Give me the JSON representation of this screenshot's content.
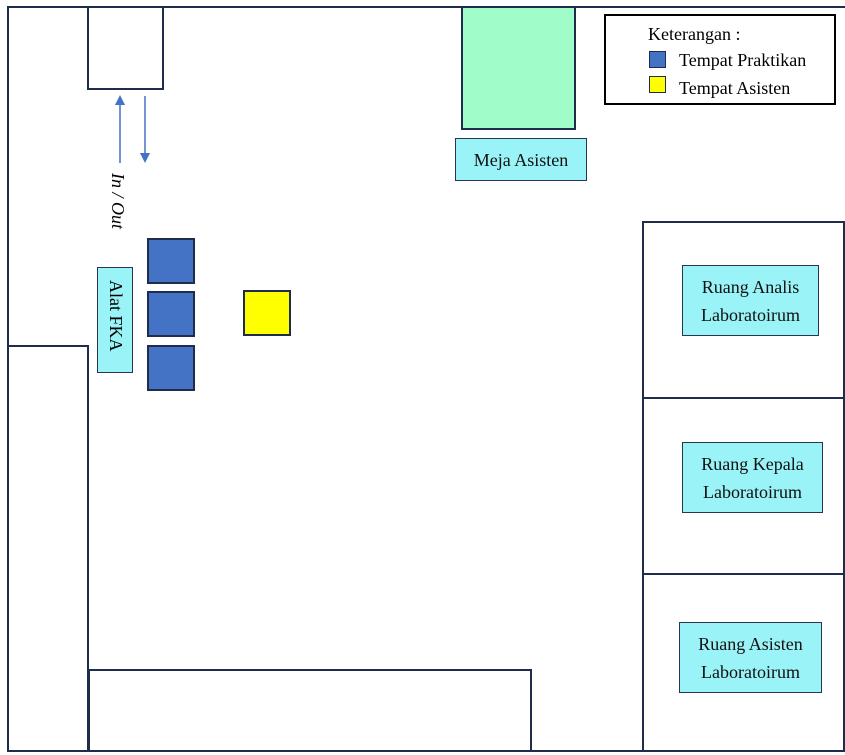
{
  "legend": {
    "title": "Keterangan :",
    "items": [
      {
        "label": "Tempat Praktikan",
        "color": "#4472c4"
      },
      {
        "label": "Tempat Asisten",
        "color": "#ffff00"
      }
    ]
  },
  "labels": {
    "meja_asisten": "Meja Asisten",
    "alat_fka": "Alat FKA",
    "in_out": "In / Out",
    "ruang_analis": "Ruang Analis Laboratoirum",
    "ruang_kepala": "Ruang Kepala Laboratoirum",
    "ruang_asisten": "Ruang Asisten Laboratoirum"
  },
  "colors": {
    "wall": "#1f2d4d",
    "label_fill": "#99f3f7",
    "desk_fill": "#a0fcc8",
    "arrow": "#4472c4"
  }
}
